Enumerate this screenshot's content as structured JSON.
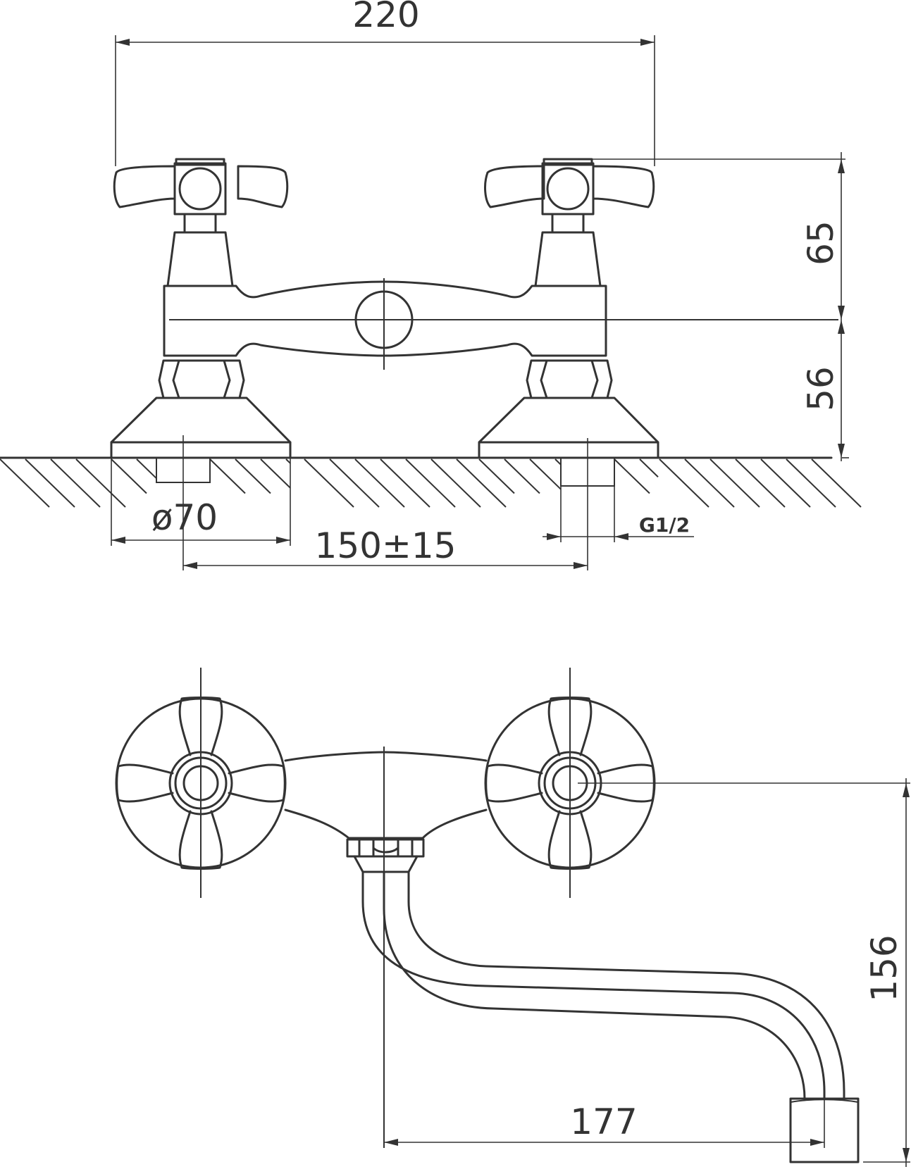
{
  "dimensions": {
    "width_total": "220",
    "height_upper": "65",
    "height_lower": "56",
    "flange_diameter": "ø70",
    "center_distance": "150±15",
    "thread": "G1/2",
    "spout_height": "156",
    "spout_reach": "177"
  },
  "colors": {
    "line": "#333333",
    "background": "#ffffff"
  }
}
